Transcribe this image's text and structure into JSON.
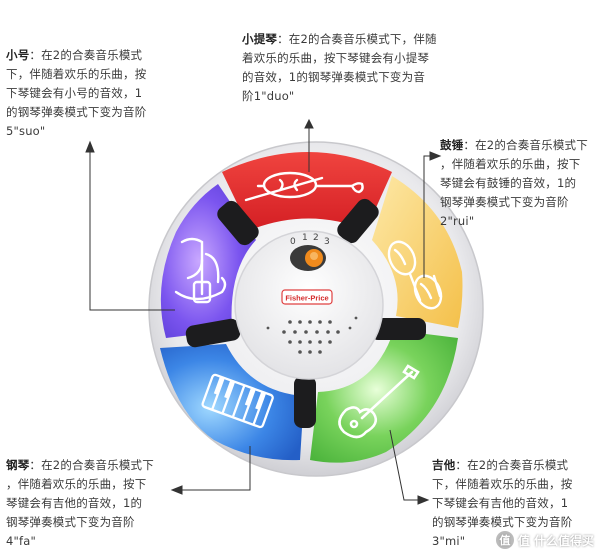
{
  "annotations": {
    "trumpet": {
      "title": "小号",
      "lines": [
        "：在2的合奏音乐模式",
        "下，伴随着欢乐的乐曲，按",
        "下琴键会有小号的音效，1",
        "的钢琴弹奏模式下变为音阶",
        "5\"suo\""
      ]
    },
    "violin": {
      "title": "小提琴",
      "lines": [
        "：在2的合奏音乐模式下，伴随",
        "着欢乐的乐曲，按下琴键会有小提琴",
        "的音效，1的钢琴弹奏模式下变为音",
        "阶1\"duo\""
      ]
    },
    "drum": {
      "title": "鼓锤",
      "lines": [
        "：在2的合奏音乐模式下",
        "，伴随着欢乐的乐曲，按下",
        "琴键会有鼓锤的音效，1的",
        "钢琴弹奏模式下变为音阶2\"rui\""
      ]
    },
    "piano": {
      "title": "钢琴",
      "lines": [
        "：在2的合奏音乐模式下",
        "，伴随着欢乐的乐曲，按下",
        "琴键会有吉他的音效，1的",
        "钢琴弹奏模式下变为音阶",
        "4\"fa\""
      ]
    },
    "guitar": {
      "title": "吉他",
      "lines": [
        "：在2的合奏音乐模式",
        "下，伴随着欢乐的乐曲，按",
        "下琴键会有吉他的音效，1",
        "的钢琴弹奏模式下变为音阶",
        "3\"mi\""
      ]
    }
  },
  "toy": {
    "brand": "Fisher-Price",
    "mode_labels": [
      "0",
      "1",
      "2",
      "3"
    ],
    "keys": [
      {
        "name": "violin",
        "color": "#e8262a"
      },
      {
        "name": "drum",
        "color": "#f5c94a"
      },
      {
        "name": "guitar",
        "color": "#5bc24a"
      },
      {
        "name": "piano",
        "color": "#2f6fd6"
      },
      {
        "name": "trumpet",
        "color": "#6a4fe0"
      }
    ]
  },
  "watermark": {
    "text": "值 什么值得买",
    "icon": "值"
  }
}
